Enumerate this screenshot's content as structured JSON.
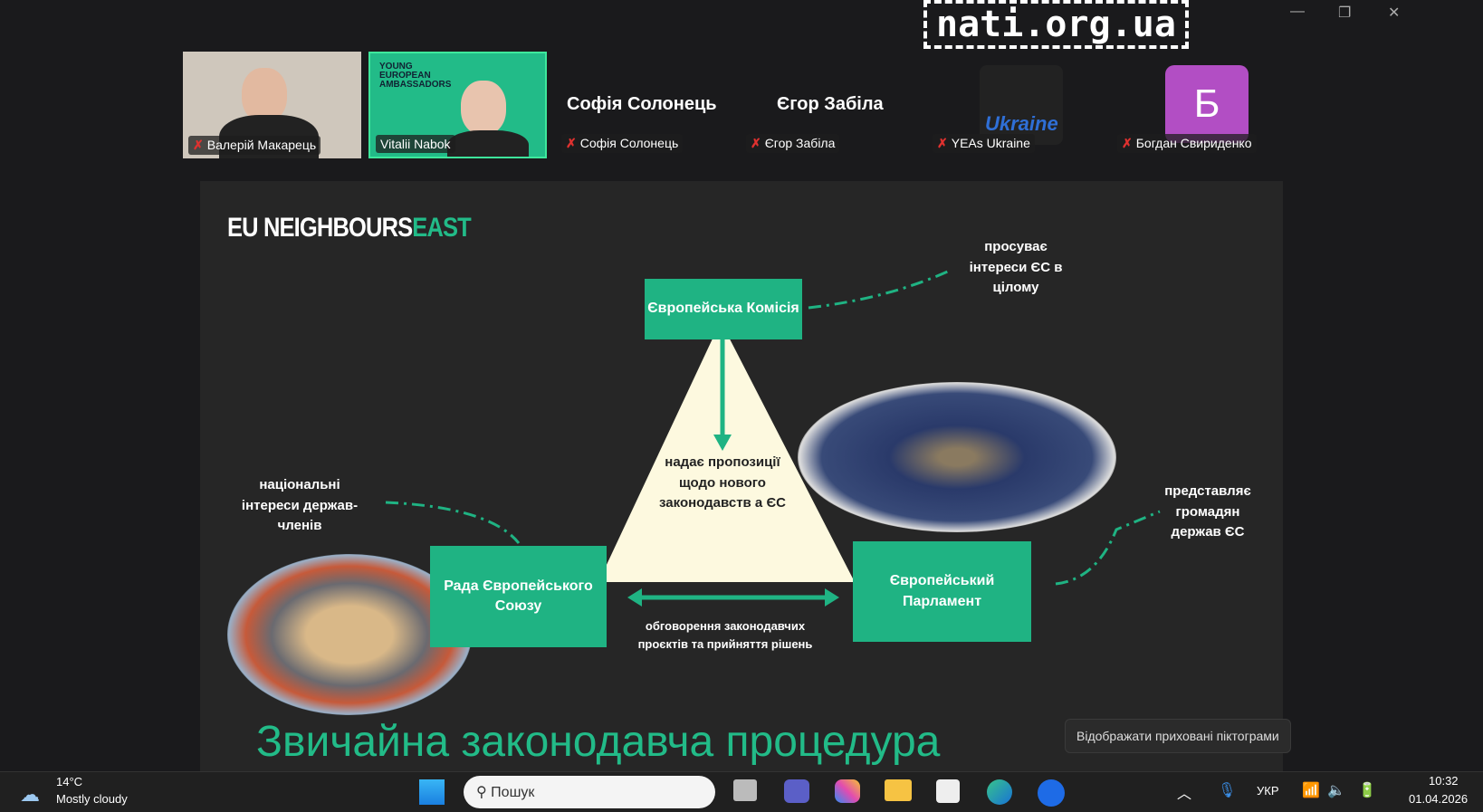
{
  "participants": [
    {
      "name": "Валерій Макарець",
      "type": "video"
    },
    {
      "name": "Vitalii Nabok",
      "type": "video",
      "logo_text": "YOUNG EUROPEAN AMBASSADORS"
    },
    {
      "name": "Софія Солонець",
      "type": "name",
      "display": "Софія Солонець"
    },
    {
      "name": "Єгор Забіла",
      "type": "name",
      "display": "Єгор Забіла"
    },
    {
      "name": "YEAs Ukraine",
      "type": "logo",
      "logo_text": "Ukraine"
    },
    {
      "name": "Богдан Свириденко",
      "type": "avatar",
      "initial": "Б"
    }
  ],
  "slide": {
    "logo_a": "EU NEIGHBOURS",
    "logo_b": "EAST",
    "commission": "Європейська Комісія",
    "commission_note": "просуває інтереси ЄС в цілому",
    "council": "Рада Європейського Союзу",
    "council_note": "національні інтереси держав-членів",
    "parliament": "Європейський Парламент",
    "parliament_note": "представляє громадян держав ЄС",
    "center": "надає пропозиції щодо нового законодавств а ЄС",
    "bottom": "обговорення законодавчих проєктів та прийняття рішень",
    "title": "Звичайна законодавча процедура"
  },
  "tooltip": "Відображати приховані піктограми",
  "taskbar": {
    "temp": "14°C",
    "weather": "Mostly cloudy",
    "search_placeholder": "Пошук",
    "lang": "УКР",
    "time": "10:32",
    "date": "01.04.2026"
  },
  "watermark": "nati.org.ua",
  "colors": {
    "accent": "#1fb383",
    "triangle": "#fdf9df"
  }
}
